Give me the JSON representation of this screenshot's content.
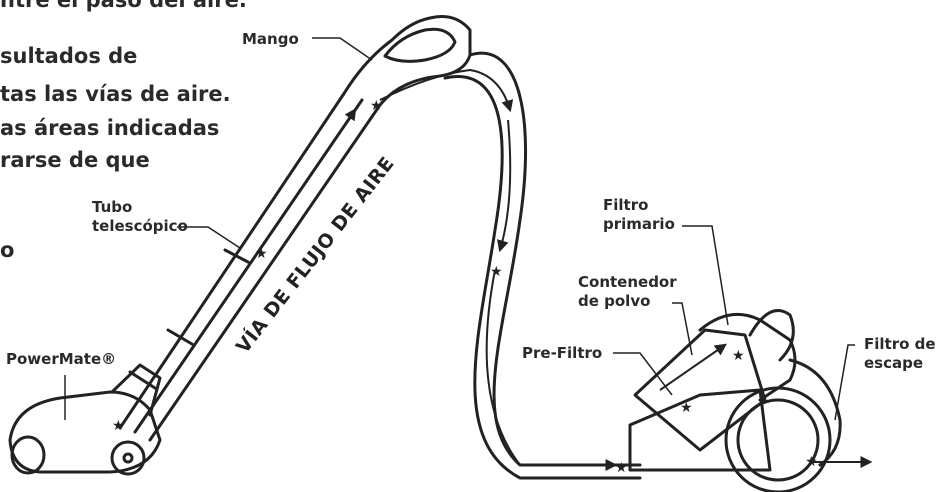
{
  "intro_text": {
    "line0": "ntre el paso del aire.",
    "line1": "sultados de",
    "line2": "tas las vías de aire.",
    "line3": "as áreas indicadas",
    "line4": "rarse de que",
    "line5": "o"
  },
  "labels": {
    "mango": "Mango",
    "tubo_line1": "Tubo",
    "tubo_line2": "telescópico",
    "powermate": "PowerMate®",
    "filtro_primario_line1": "Filtro",
    "filtro_primario_line2": "primario",
    "contenedor_line1": "Contenedor",
    "contenedor_line2": "de polvo",
    "prefiltro": "Pre-Filtro",
    "escape_line1": "Filtro de",
    "escape_line2": "escape"
  },
  "airflow_label": "VÍA DE FLUJO DE AIRE",
  "colors": {
    "ink": "#222222",
    "background": "#ffffff"
  },
  "icons": [
    "star-marker",
    "arrow-marker"
  ]
}
